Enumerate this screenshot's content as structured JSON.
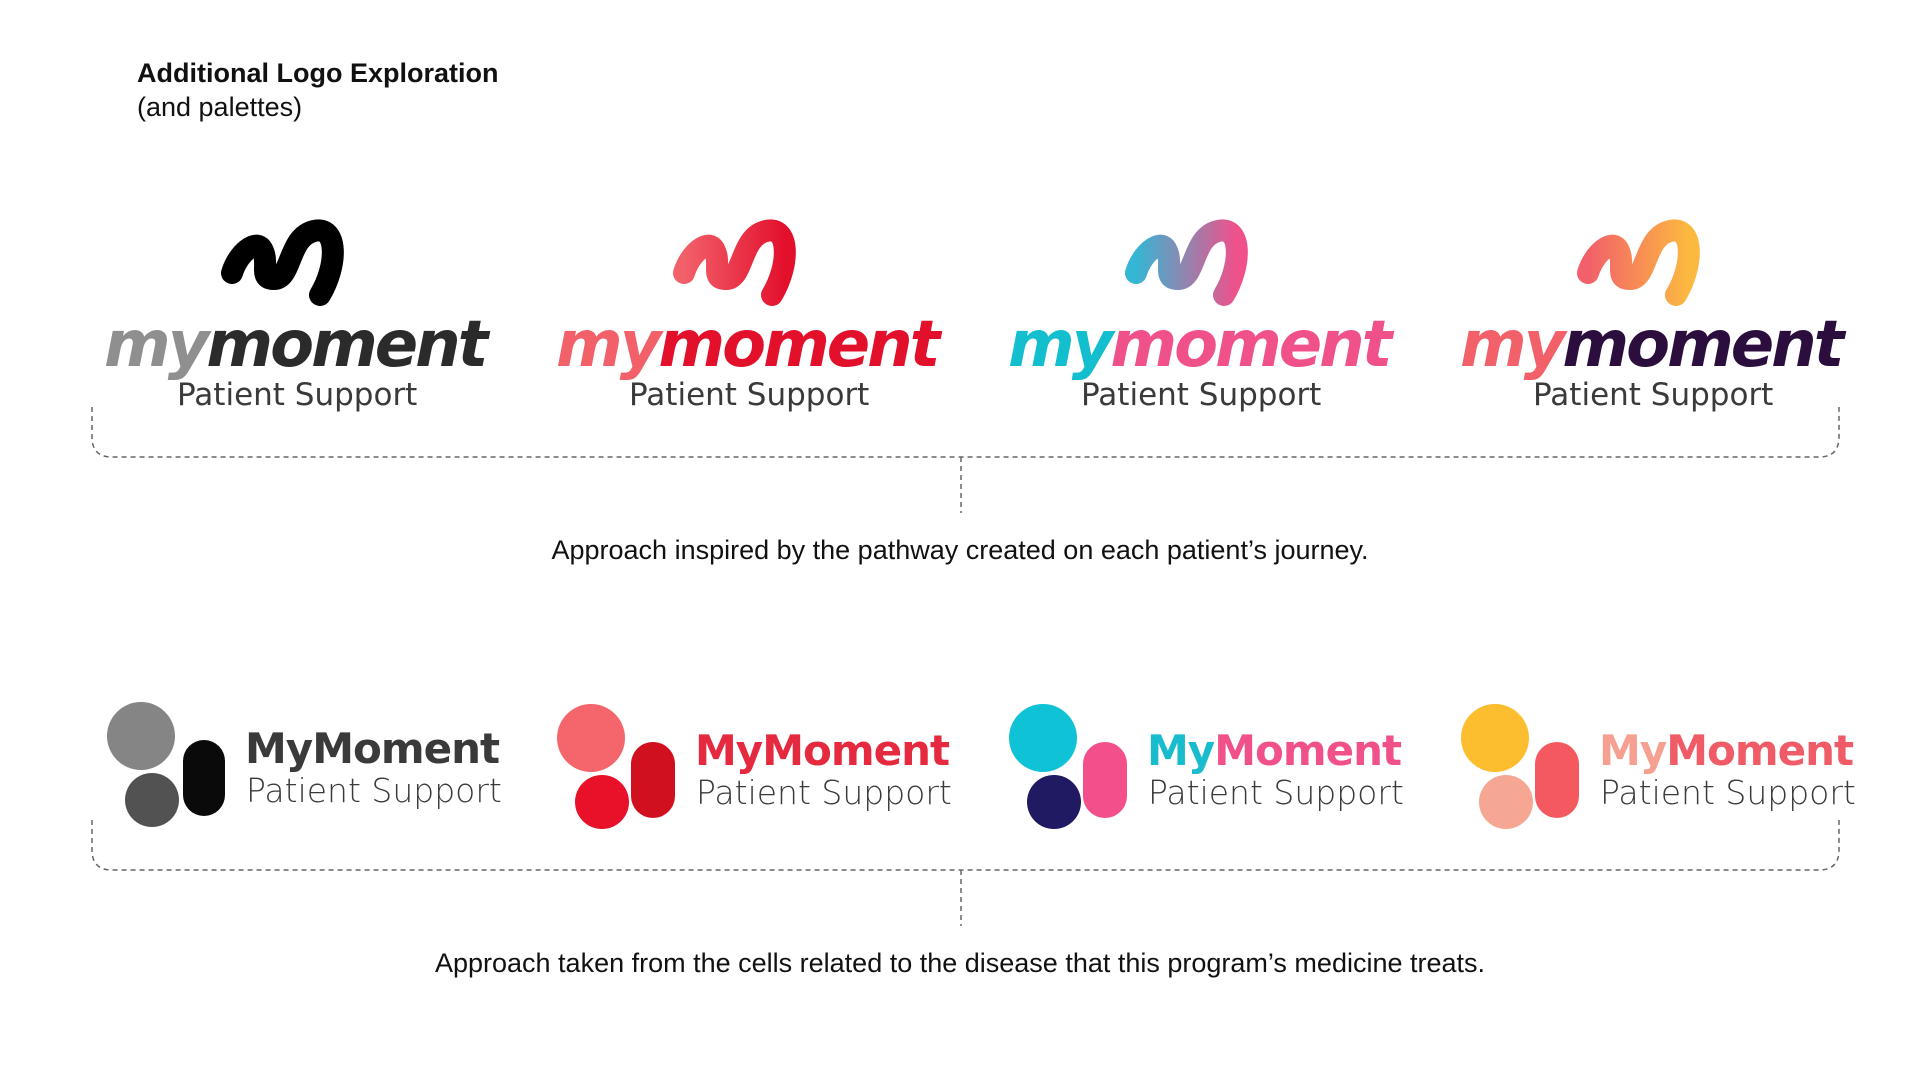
{
  "header": {
    "title": "Additional Logo Exploration",
    "subtitle": "(and palettes)"
  },
  "section_pathway": {
    "caption": "Approach inspired by the pathway created on each patient’s journey.",
    "logos": [
      {
        "word_my": "my",
        "word_moment": "moment",
        "tagline": "Patient Support",
        "my_color": "#8f8f8f",
        "moment_color": "#2b2b2b",
        "swirl_from": "#000000",
        "swirl_to": "#000000"
      },
      {
        "word_my": "my",
        "word_moment": "moment",
        "tagline": "Patient Support",
        "my_color": "#f2606a",
        "moment_color": "#e3102c",
        "swirl_from": "#f2606a",
        "swirl_to": "#e3102c"
      },
      {
        "word_my": "my",
        "word_moment": "moment",
        "tagline": "Patient Support",
        "my_color": "#13bfcf",
        "moment_color": "#f0518a",
        "swirl_from": "#35b6d4",
        "swirl_to": "#f0518a"
      },
      {
        "word_my": "my",
        "word_moment": "moment",
        "tagline": "Patient Support",
        "my_color": "#f2606a",
        "moment_color": "#2b0e3d",
        "swirl_from": "#f2606a",
        "swirl_to": "#fcb940"
      }
    ]
  },
  "section_cells": {
    "caption": "Approach taken from the cells related to the disease that this program’s medicine treats.",
    "logos": [
      {
        "word_my": "My",
        "word_moment": "Moment",
        "tagline": "Patient Support",
        "my_color": "#3a3a3a",
        "moment_color": "#3a3a3a",
        "cell_big": "#858585",
        "cell_small": "#525252",
        "cell_pill": "#0a0a0a"
      },
      {
        "word_my": "My",
        "word_moment": "Moment",
        "tagline": "Patient Support",
        "my_color": "#e52a3f",
        "moment_color": "#e52a3f",
        "cell_big": "#f4666b",
        "cell_small": "#e9102a",
        "cell_pill": "#d0101f"
      },
      {
        "word_my": "My",
        "word_moment": "Moment",
        "tagline": "Patient Support",
        "my_color": "#18bccc",
        "moment_color": "#f0518a",
        "cell_big": "#10c2d5",
        "cell_small": "#201a63",
        "cell_pill": "#f34f8b"
      },
      {
        "word_my": "My",
        "word_moment": "Moment",
        "tagline": "Patient Support",
        "my_color": "#f5a090",
        "moment_color": "#ef5b66",
        "cell_big": "#fcbd2e",
        "cell_small": "#f6a793",
        "cell_pill": "#f3595f"
      }
    ]
  }
}
